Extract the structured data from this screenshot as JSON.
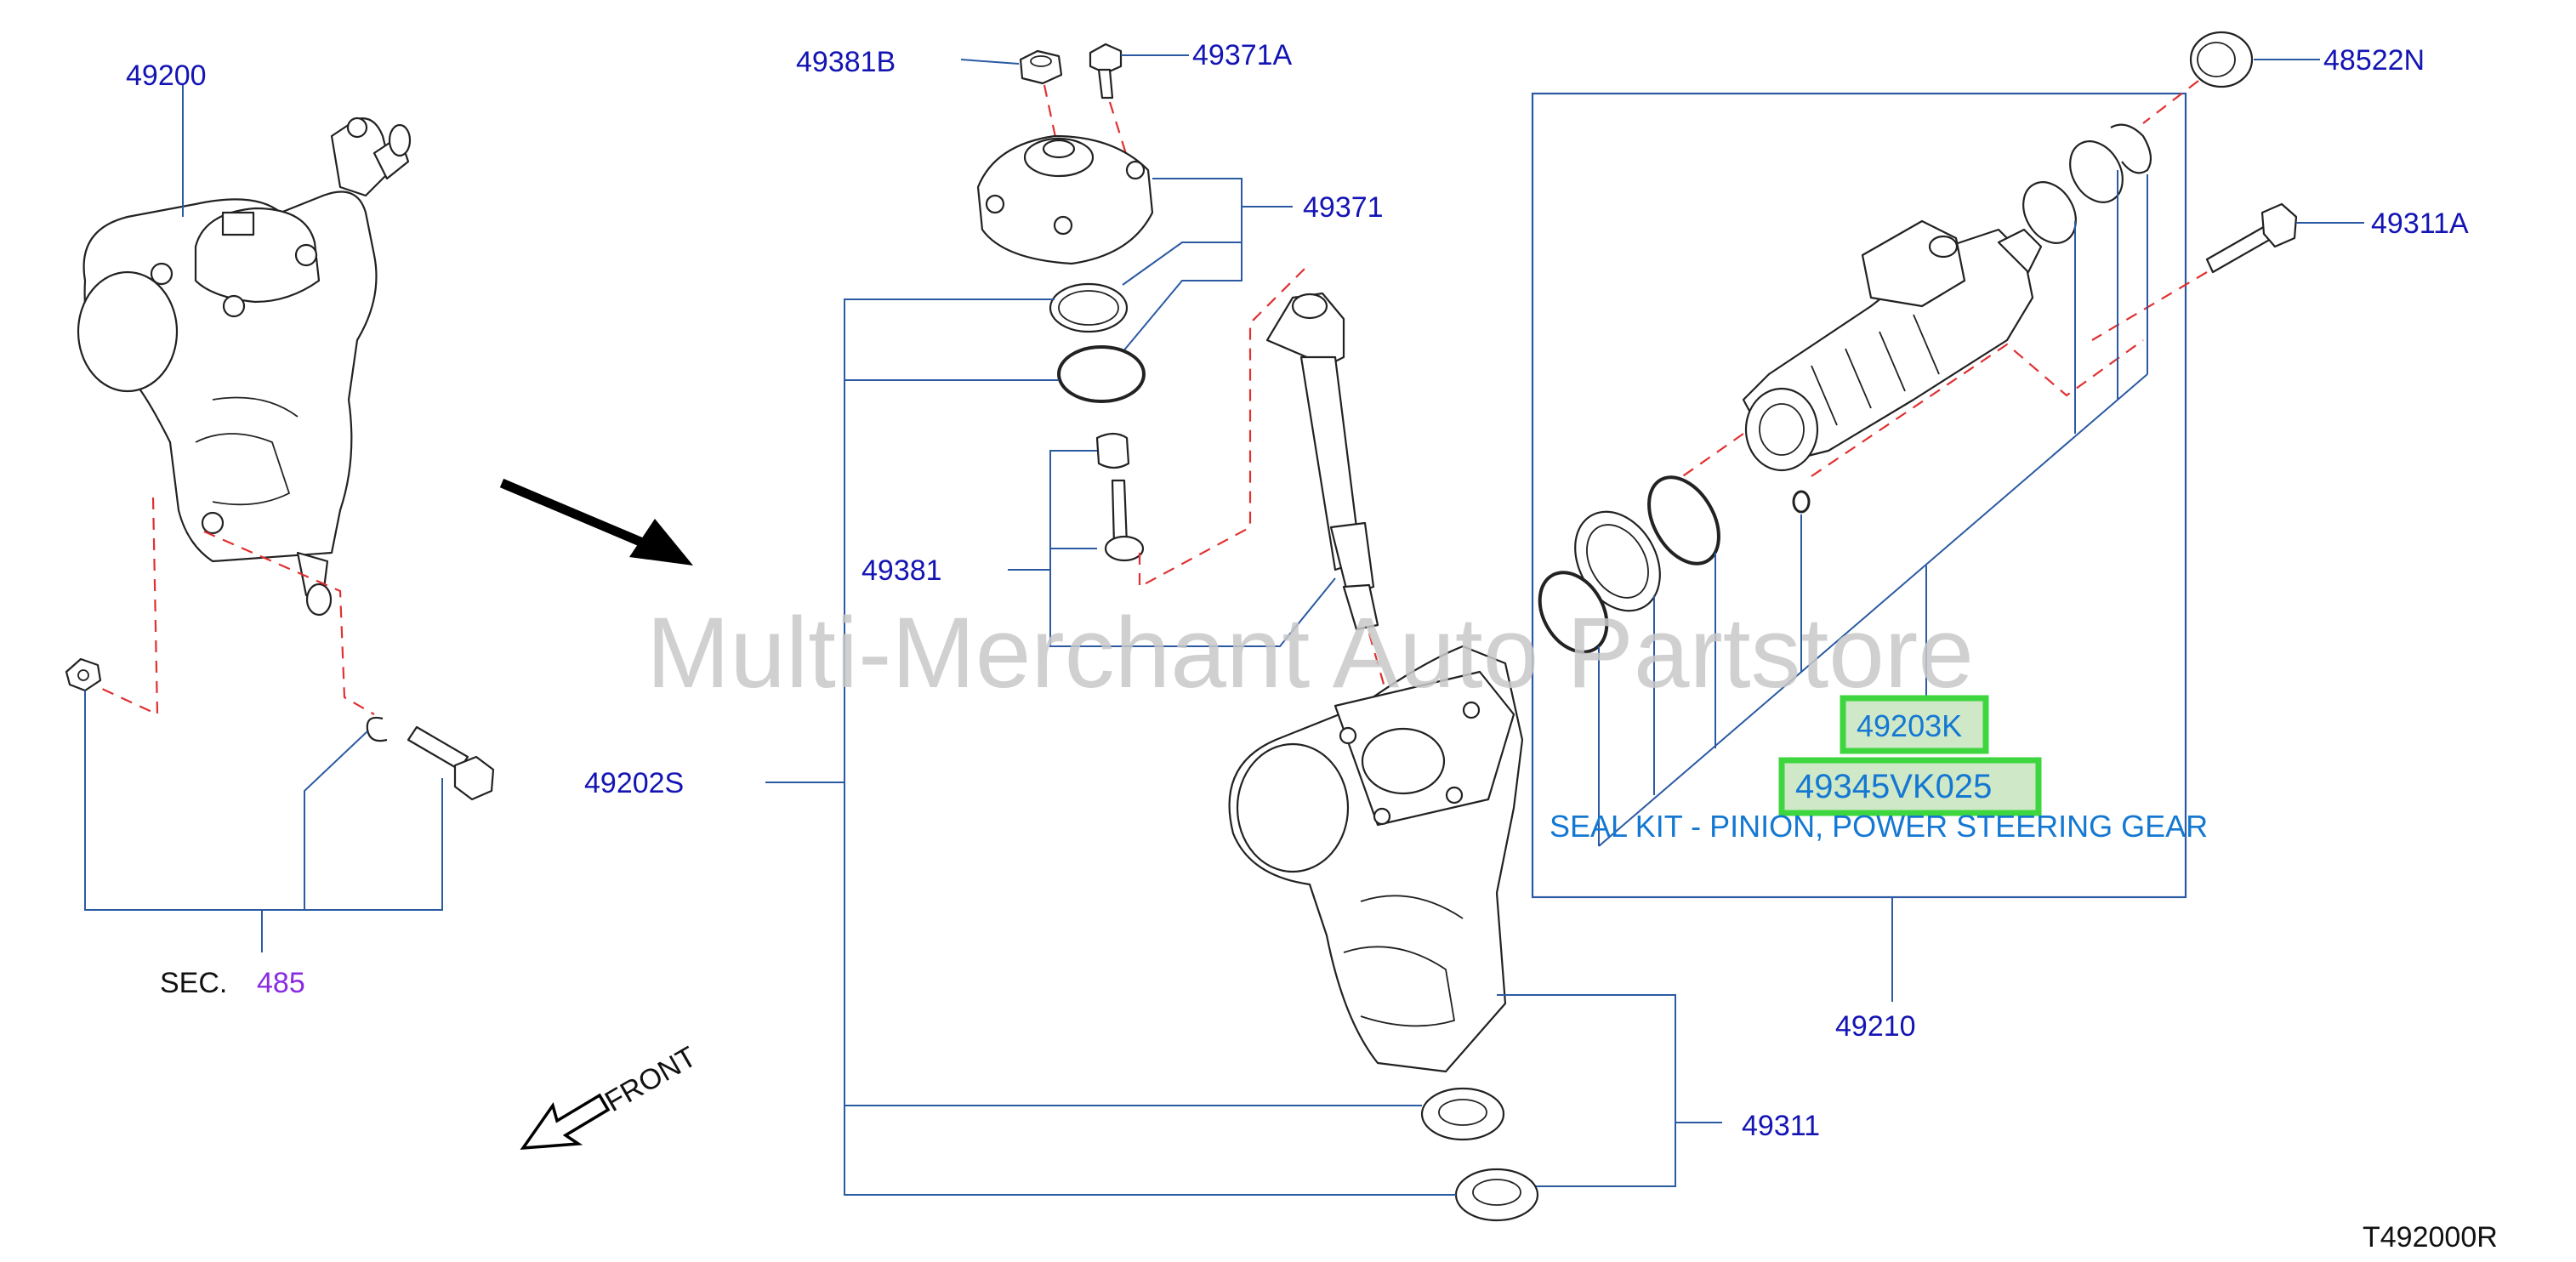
{
  "colors": {
    "part_number": "#1414b4",
    "highlight_text": "#1478d2",
    "highlight_border": "#3ed63e",
    "leader_line": "#2b5aa3",
    "dashed_line": "#e03030",
    "watermark": "#c8c8c8",
    "section_ref": "#8a2be2"
  },
  "labels": {
    "p49200": "49200",
    "p49381B": "49381B",
    "p49371A": "49371A",
    "p48522N": "48522N",
    "p49371": "49371",
    "p49311A": "49311A",
    "p49381": "49381",
    "p49202S": "49202S",
    "p49203K": "49203K",
    "p49345VK025": "49345VK025",
    "seal_kit": "SEAL KIT - PINION, POWER STEERING GEAR",
    "p49210": "49210",
    "p49311": "49311",
    "sec_prefix": "SEC.",
    "sec_num": "485",
    "front": "FRONT",
    "diagram_code": "T492000R"
  },
  "watermark": "Multi-Merchant Auto Partstore",
  "icons": [
    "arrow-right-icon",
    "front-arrow-icon"
  ]
}
